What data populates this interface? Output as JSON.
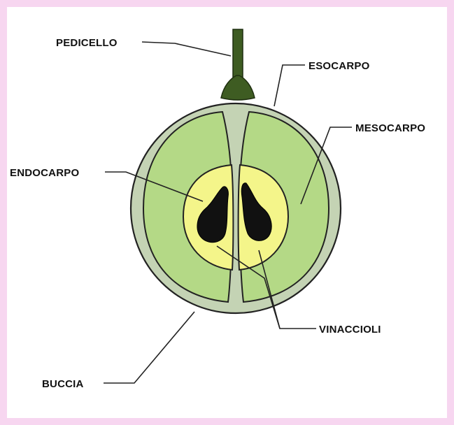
{
  "diagram": {
    "labels": {
      "pedicello": "PEDICELLO",
      "esocarpo": "ESOCARPO",
      "mesocarpo": "MESOCARPO",
      "endocarpo": "ENDOCARPO",
      "vinaccioli": "VINACCIOLI",
      "buccia": "BUCCIA"
    },
    "colors": {
      "frame": "#f7d6f0",
      "background": "#ffffff",
      "skin": "#c4d3b4",
      "pulp": "#b4d986",
      "endocarp": "#f4f58a",
      "seed": "#111111",
      "stem": "#3e5c22",
      "outline": "#222222"
    }
  }
}
